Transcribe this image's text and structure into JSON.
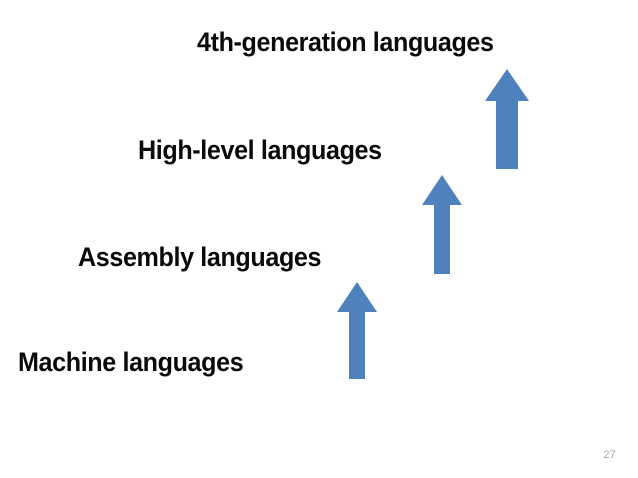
{
  "slide": {
    "background_color": "#ffffff",
    "slide_number": "27",
    "accent_color": "#4F81BD",
    "text_color": "#0A0A0A",
    "slide_number_color": "#A6A6A6"
  },
  "hierarchy": {
    "levels": [
      {
        "label": "Machine languages",
        "tier": 1
      },
      {
        "label": "Assembly languages",
        "tier": 2
      },
      {
        "label": "High-level languages",
        "tier": 3
      },
      {
        "label": "4th-generation languages",
        "tier": 4
      }
    ],
    "arrows": [
      {
        "icon": "up-arrow-icon",
        "from": "Machine languages",
        "to": "Assembly languages"
      },
      {
        "icon": "up-arrow-icon",
        "from": "Assembly languages",
        "to": "High-level languages"
      },
      {
        "icon": "up-arrow-icon",
        "from": "High-level languages",
        "to": "4th-generation languages"
      }
    ]
  }
}
